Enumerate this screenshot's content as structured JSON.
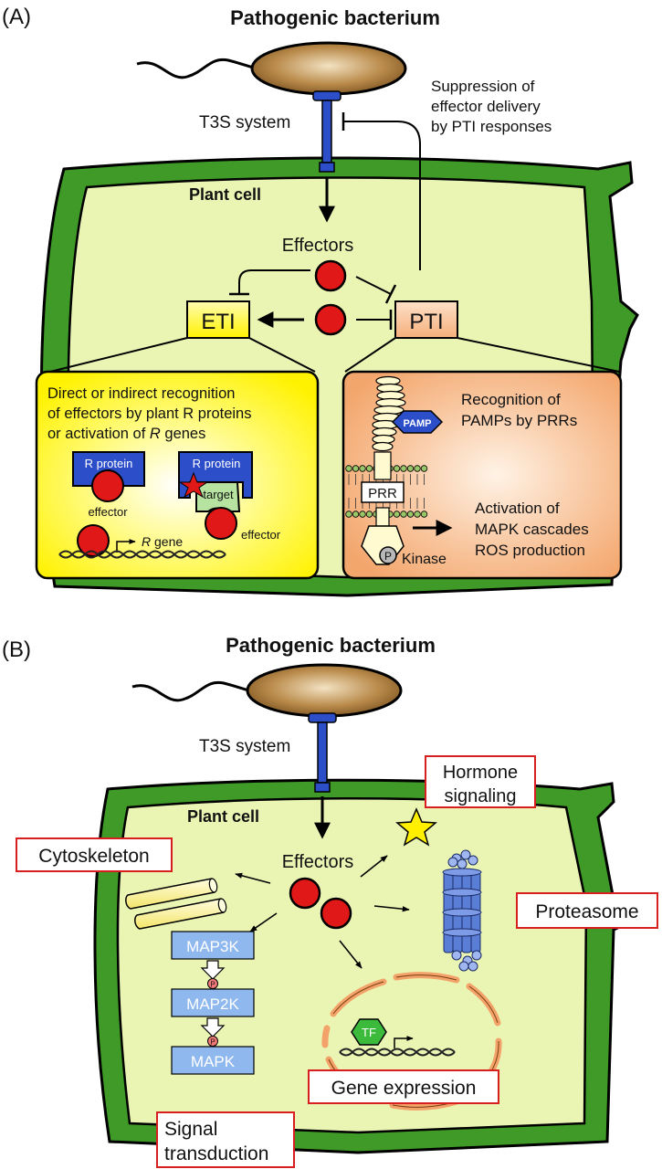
{
  "colors": {
    "cell_wall": "#3f9a27",
    "cell_fill": "#eaf5b4",
    "bacterium": "#b98a4a",
    "t3s": "#2c4fc9",
    "effector": "#e01818",
    "eti_fill": "#fff700",
    "pti_fill": "#f7b07a",
    "label_border": "#d81e1e",
    "map_box": "#8fb8ee",
    "proteasome": "#5a7ed6",
    "tf": "#3cba3c",
    "star": "#fff000"
  },
  "icons": [
    "dna-helix-icon",
    "star-icon",
    "proteasome-icon",
    "kinase-icon",
    "pamp-icon",
    "receptor-icon"
  ],
  "panel_a": {
    "panel_label": "(A)",
    "bacterium_title": "Pathogenic bacterium",
    "t3s_label": "T3S system",
    "suppression_line1": "Suppression of",
    "suppression_line2": "effector delivery",
    "suppression_line3": "by PTI responses",
    "plant_cell": "Plant cell",
    "effectors": "Effectors",
    "eti": "ETI",
    "pti": "PTI",
    "eti_box": {
      "line1": "Direct or indirect recognition",
      "line2": "of effectors by plant R proteins",
      "line3_prefix": "or activation of ",
      "line3_italic": "R",
      "line3_suffix": " genes",
      "r_protein_1": "R protein",
      "r_protein_2": "R protein",
      "target": "target",
      "effector_1": "effector",
      "effector_2": "effector",
      "r_gene_italic": "R",
      "r_gene_suffix": " gene"
    },
    "pti_box": {
      "rec_line1": "Recognition of",
      "rec_line2": "PAMPs by PRRs",
      "pamp": "PAMP",
      "prr": "PRR",
      "phospho": "P",
      "kinase": "Kinase",
      "act_line1": "Activation of",
      "act_line2": "MAPK cascades",
      "act_line3": "ROS production"
    }
  },
  "panel_b": {
    "panel_label": "(B)",
    "bacterium_title": "Pathogenic bacterium",
    "t3s_label": "T3S system",
    "plant_cell": "Plant cell",
    "effectors": "Effectors",
    "hormone_line1": "Hormone",
    "hormone_line2": "signaling",
    "cytoskeleton": "Cytoskeleton",
    "proteasome": "Proteasome",
    "map3k": "MAP3K",
    "map2k": "MAP2K",
    "mapk": "MAPK",
    "phospho": "P",
    "tf": "TF",
    "gene_expression": "Gene expression",
    "signal_line1": "Signal",
    "signal_line2": "transduction"
  }
}
